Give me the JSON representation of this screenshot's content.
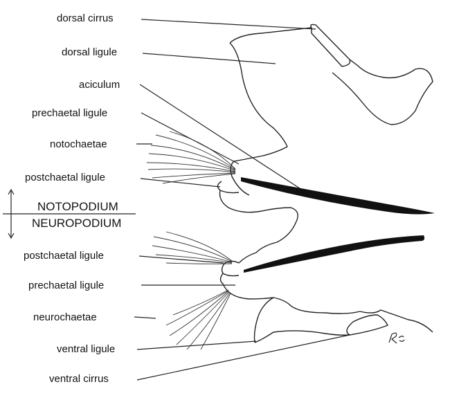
{
  "labels": {
    "dorsal_cirrus": "dorsal cirrus",
    "dorsal_ligule": "dorsal ligule",
    "aciculum": "aciculum",
    "prechaetal_ligule_upper": "prechaetal ligule",
    "notochaetae": "notochaetae",
    "postchaetal_ligule_upper": "postchaetal ligule",
    "notopodium": "NOTOPODIUM",
    "neuropodium": "NEUROPODIUM",
    "postchaetal_ligule_lower": "postchaetal ligule",
    "prechaetal_ligule_lower": "prechaetal ligule",
    "neurochaetae": "neurochaetae",
    "ventral_ligule": "ventral ligule",
    "ventral_cirrus": "ventral cirrus"
  },
  "signature": "RG"
}
